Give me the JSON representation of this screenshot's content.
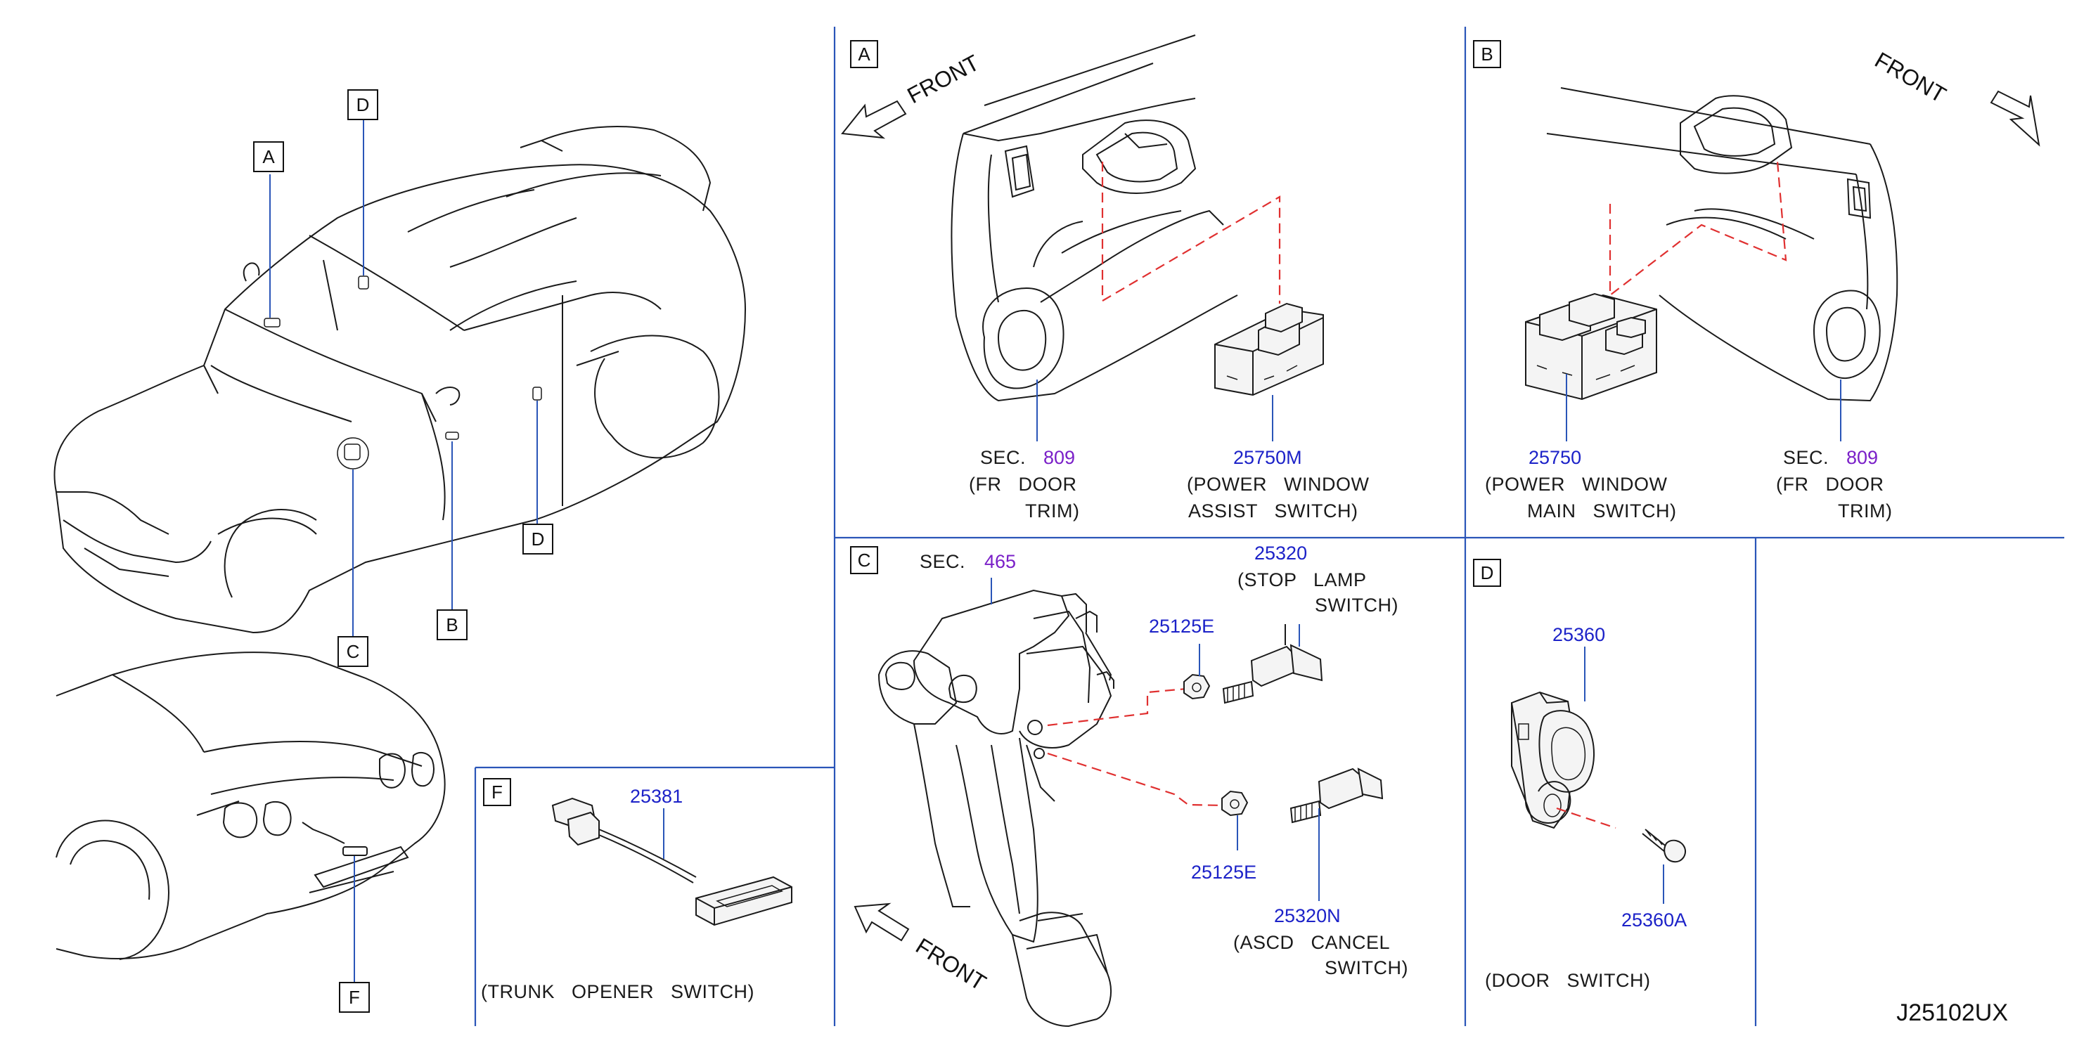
{
  "diagram_code": "J25102UX",
  "callouts": {
    "A": "A",
    "B": "B",
    "C": "C",
    "D": "D",
    "F": "F"
  },
  "front_label": "FRONT",
  "panel_a": {
    "sec_prefix": "SEC.",
    "sec_num": "809",
    "sec_desc_1": "(FR   DOOR",
    "sec_desc_2": "TRIM)",
    "part_num": "25750M",
    "part_desc_1": "(POWER   WINDOW",
    "part_desc_2": "ASSIST   SWITCH)"
  },
  "panel_b": {
    "part_num": "25750",
    "part_desc_1": "(POWER   WINDOW",
    "part_desc_2": "MAIN   SWITCH)",
    "sec_prefix": "SEC.",
    "sec_num": "809",
    "sec_desc_1": "(FR   DOOR",
    "sec_desc_2": "TRIM)"
  },
  "panel_c": {
    "sec_prefix": "SEC.",
    "sec_num": "465",
    "stop_num": "25320",
    "stop_desc_1": "(STOP   LAMP",
    "stop_desc_2": "SWITCH)",
    "nut_top": "25125E",
    "nut_bottom": "25125E",
    "ascd_num": "25320N",
    "ascd_desc_1": "(ASCD   CANCEL",
    "ascd_desc_2": "SWITCH)"
  },
  "panel_d": {
    "switch_num": "25360",
    "bolt_num": "25360A",
    "desc": "(DOOR   SWITCH)"
  },
  "panel_f": {
    "part_num": "25381",
    "desc": "(TRUNK   OPENER   SWITCH)"
  }
}
